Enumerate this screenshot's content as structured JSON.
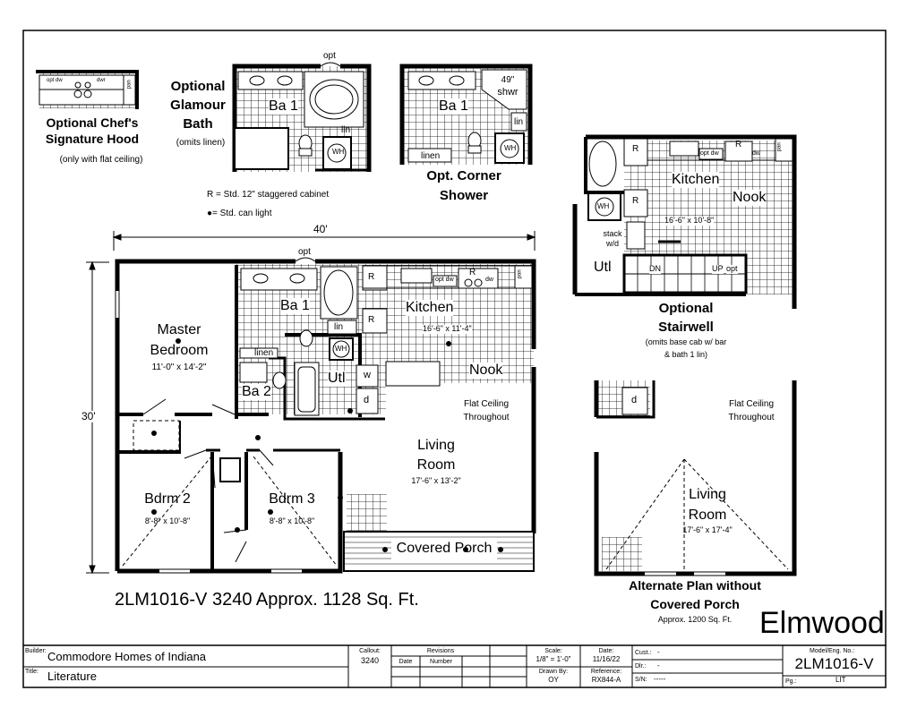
{
  "chef_hood": {
    "title_line1": "Optional Chef's",
    "title_line2": "Signature Hood",
    "note": "(only with flat ceiling)",
    "opt_dw": "opt dw",
    "dwr": "dwr",
    "pan": "pan"
  },
  "glamour_bath": {
    "title_line1": "Optional",
    "title_line2": "Glamour",
    "title_line3": "Bath",
    "note": "(omits linen)",
    "opt": "opt",
    "room": "Ba 1",
    "lin": "lin",
    "wh": "WH"
  },
  "corner_shower": {
    "title_line1": "Opt. Corner",
    "title_line2": "Shower",
    "room": "Ba 1",
    "shower_line1": "49\"",
    "shower_line2": "shwr",
    "lin": "lin",
    "linen": "linen",
    "wh": "WH"
  },
  "legend": {
    "cabinet": "R = Std. 12\" staggered cabinet",
    "light": "●= Std. can light"
  },
  "main_plan": {
    "width_dim": "40'",
    "depth_dim": "30'",
    "opt": "opt",
    "rooms": {
      "master_name_1": "Master",
      "master_name_2": "Bedroom",
      "master_size": "11'-0\" x 14'-2\"",
      "ba1": "Ba 1",
      "lin": "lin",
      "linen": "linen",
      "ba2": "Ba 2",
      "utl": "Utl",
      "w": "w",
      "d": "d",
      "wh": "WH",
      "kitchen": "Kitchen",
      "kitchen_size": "16'-6\" x 11'-4\"",
      "nook": "Nook",
      "r": "R",
      "opt_dw": "opt dw",
      "dw": "dw",
      "pan": "pan",
      "ceiling_1": "Flat Ceiling",
      "ceiling_2": "Throughout",
      "living_1": "Living",
      "living_2": "Room",
      "living_size": "17'-6\" x 13'-2\"",
      "bdrm2": "Bdrm 2",
      "bdrm2_size": "8'-8\" x 10'-8\"",
      "bdrm3": "Bdrm 3",
      "bdrm3_size": "8'-8\" x 10'-8\"",
      "porch": "Covered Porch"
    },
    "caption": "2LM1016-V 3240 Approx. 1128 Sq. Ft."
  },
  "stairwell": {
    "kitchen": "Kitchen",
    "nook": "Nook",
    "size": "16'-6\" x 10'-8\"",
    "r": "R",
    "opt_dw": "opt dw",
    "dw": "dw",
    "pan": "pan",
    "wh": "WH",
    "stack_1": "stack",
    "stack_2": "w/d",
    "utl": "Utl",
    "dn": "DN",
    "up": "UP",
    "opt": "opt",
    "title_line1": "Optional",
    "title_line2": "Stairwell",
    "note_line1": "(omits base cab w/ bar",
    "note_line2": "& bath 1 lin)"
  },
  "alternate": {
    "d": "d",
    "ceiling_1": "Flat Ceiling",
    "ceiling_2": "Throughout",
    "living_1": "Living",
    "living_2": "Room",
    "living_size": "17'-6\" x 17'-4\"",
    "title_line1": "Alternate Plan without",
    "title_line2": "Covered Porch",
    "sqft": "Approx. 1200 Sq. Ft."
  },
  "model_name": "Elmwood",
  "title_block": {
    "builder_label": "Builder:",
    "builder": "Commodore Homes of Indiana",
    "title_label": "Title:",
    "title": "Literature",
    "callout_label": "Callout:",
    "callout": "3240",
    "revisions_label": "Revisions",
    "date_col": "Date",
    "number_col": "Number",
    "scale_label": "Scale:",
    "scale": "1/8\" = 1'-0\"",
    "date_label": "Date:",
    "date": "11/16/22",
    "drawn_label": "Drawn By:",
    "drawn": "OY",
    "ref_label": "Reference:",
    "ref": "RX844-A",
    "cust_label": "Cust.:",
    "cust": "-",
    "dlr_label": "Dlr.:",
    "dlr": "-",
    "sn_label": "S/N:",
    "sn": "-----",
    "model_label": "Model/Eng. No.:",
    "model": "2LM1016-V",
    "pg_label": "Pg.:",
    "pg": "LIT"
  },
  "colors": {
    "ink": "#000000",
    "paper": "#ffffff",
    "grid": "#555555"
  }
}
